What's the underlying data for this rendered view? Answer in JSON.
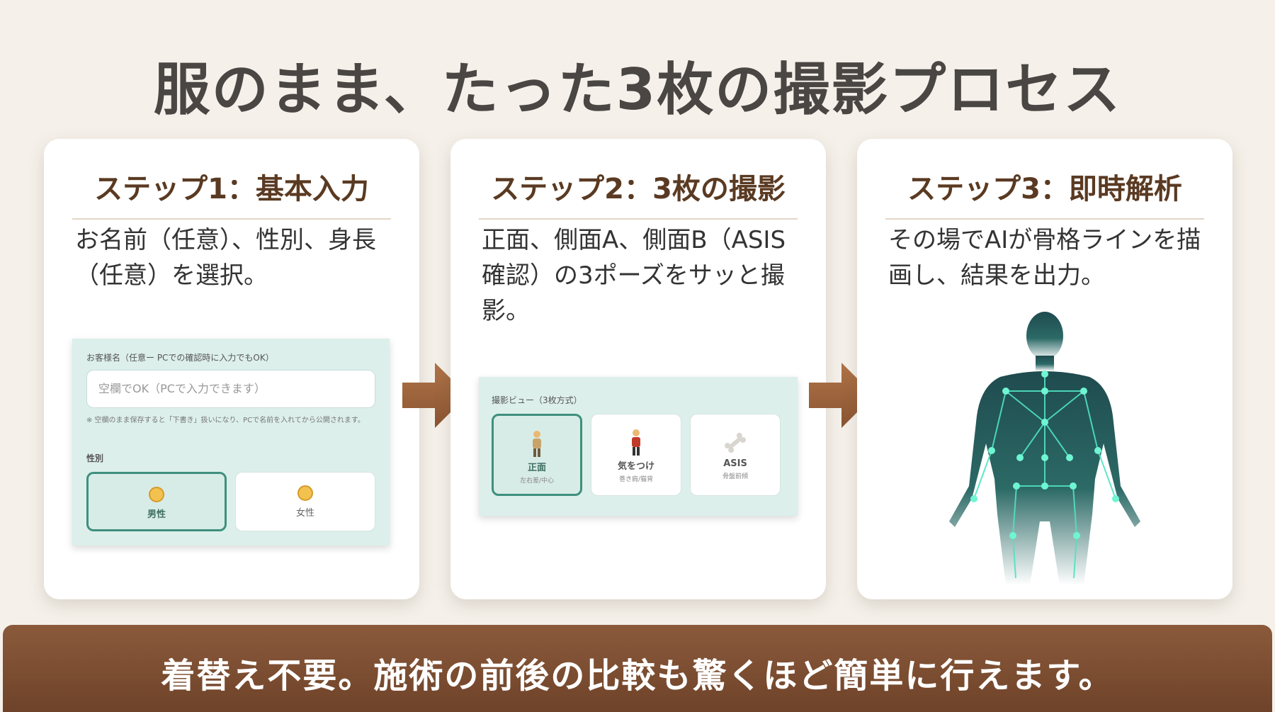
{
  "title": "服のまま、たった3枚の撮影プロセス",
  "steps": [
    {
      "title": "ステップ1：基本入力",
      "desc": "お名前（任意）、性別、身長（任意）を選択。"
    },
    {
      "title": "ステップ2：3枚の撮影",
      "desc": "正面、側面A、側面B（ASIS確認）の3ポーズをサッと撮影。"
    },
    {
      "title": "ステップ3：即時解析",
      "desc": "その場でAIが骨格ラインを描画し、結果を出力。"
    }
  ],
  "form": {
    "name_label": "お客様名（任意ー PCでの確認時に入力でもOK）",
    "name_placeholder": "空欄でOK（PCで入力できます）",
    "note": "※ 空欄のまま保存すると「下書き」扱いになり、PCで名前を入れてから公開されます。",
    "gender_label": "性別",
    "genders": [
      {
        "label": "男性",
        "selected": true
      },
      {
        "label": "女性",
        "selected": false
      }
    ]
  },
  "views": {
    "label": "撮影ビュー（3枚方式）",
    "items": [
      {
        "label": "正面",
        "sub": "左右差/中心",
        "selected": true
      },
      {
        "label": "気をつけ",
        "sub": "巻き肩/猫背",
        "selected": false
      },
      {
        "label": "ASIS",
        "sub": "骨盤前傾",
        "selected": false
      }
    ]
  },
  "footer": "着替え不要。施術の前後の比較も驚くほど簡単に行えます。",
  "colors": {
    "background": "#f5f1ea",
    "accent_green": "#3f8f7d",
    "title_brown": "#5a3a22",
    "footer_brown": "#7a4c30"
  }
}
